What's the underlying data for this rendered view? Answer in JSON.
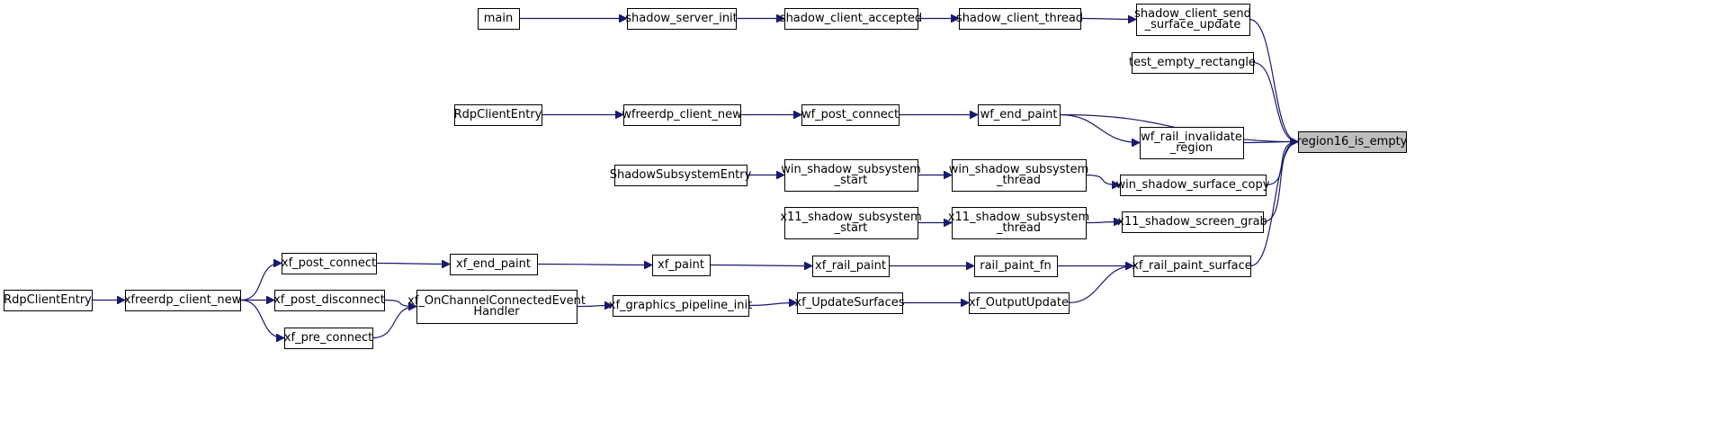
{
  "graph": {
    "root": "region16_is_empty",
    "edge_color": "#191970",
    "root_fill": "#bfbfbf",
    "nodes": [
      {
        "id": "main",
        "label": [
          "main"
        ]
      },
      {
        "id": "shadow_server_init",
        "label": [
          "shadow_server_init"
        ]
      },
      {
        "id": "shadow_client_accepted",
        "label": [
          "shadow_client_accepted"
        ]
      },
      {
        "id": "shadow_client_thread",
        "label": [
          "shadow_client_thread"
        ]
      },
      {
        "id": "shadow_client_send_surface_update",
        "label": [
          "shadow_client_send",
          "_surface_update"
        ]
      },
      {
        "id": "test_empty_rectangle",
        "label": [
          "test_empty_rectangle"
        ]
      },
      {
        "id": "rdpcliententry_w",
        "label": [
          "RdpClientEntry"
        ]
      },
      {
        "id": "wfreerdp_client_new",
        "label": [
          "wfreerdp_client_new"
        ]
      },
      {
        "id": "wf_post_connect",
        "label": [
          "wf_post_connect"
        ]
      },
      {
        "id": "wf_end_paint",
        "label": [
          "wf_end_paint"
        ]
      },
      {
        "id": "wf_rail_invalidate_region",
        "label": [
          "wf_rail_invalidate",
          "_region"
        ]
      },
      {
        "id": "region16_is_empty",
        "label": [
          "region16_is_empty"
        ]
      },
      {
        "id": "shadowsubsystementry",
        "label": [
          "ShadowSubsystemEntry"
        ]
      },
      {
        "id": "win_shadow_subsystem_start",
        "label": [
          "win_shadow_subsystem",
          "_start"
        ]
      },
      {
        "id": "win_shadow_subsystem_thread",
        "label": [
          "win_shadow_subsystem",
          "_thread"
        ]
      },
      {
        "id": "win_shadow_surface_copy",
        "label": [
          "win_shadow_surface_copy"
        ]
      },
      {
        "id": "x11_shadow_subsystem_start",
        "label": [
          "x11_shadow_subsystem",
          "_start"
        ]
      },
      {
        "id": "x11_shadow_subsystem_thread",
        "label": [
          "x11_shadow_subsystem",
          "_thread"
        ]
      },
      {
        "id": "x11_shadow_screen_grab",
        "label": [
          "x11_shadow_screen_grab"
        ]
      },
      {
        "id": "xf_post_connect",
        "label": [
          "xf_post_connect"
        ]
      },
      {
        "id": "xf_end_paint",
        "label": [
          "xf_end_paint"
        ]
      },
      {
        "id": "xf_paint",
        "label": [
          "xf_paint"
        ]
      },
      {
        "id": "xf_rail_paint",
        "label": [
          "xf_rail_paint"
        ]
      },
      {
        "id": "rail_paint_fn",
        "label": [
          "rail_paint_fn"
        ]
      },
      {
        "id": "xf_rail_paint_surface",
        "label": [
          "xf_rail_paint_surface"
        ]
      },
      {
        "id": "rdpcliententry_x",
        "label": [
          "RdpClientEntry"
        ]
      },
      {
        "id": "xfreerdp_client_new",
        "label": [
          "xfreerdp_client_new"
        ]
      },
      {
        "id": "xf_post_disconnect",
        "label": [
          "xf_post_disconnect"
        ]
      },
      {
        "id": "xf_onchannelconnectedeventhandler",
        "label": [
          "xf_OnChannelConnectedEvent",
          "Handler"
        ]
      },
      {
        "id": "xf_graphics_pipeline_init",
        "label": [
          "xf_graphics_pipeline_init"
        ]
      },
      {
        "id": "xf_updatesurfaces",
        "label": [
          "xf_UpdateSurfaces"
        ]
      },
      {
        "id": "xf_outputupdate",
        "label": [
          "xf_OutputUpdate"
        ]
      },
      {
        "id": "xf_pre_connect",
        "label": [
          "xf_pre_connect"
        ]
      }
    ],
    "edges": [
      {
        "from": "main",
        "to": "shadow_server_init"
      },
      {
        "from": "shadow_server_init",
        "to": "shadow_client_accepted"
      },
      {
        "from": "shadow_client_accepted",
        "to": "shadow_client_thread"
      },
      {
        "from": "shadow_client_thread",
        "to": "shadow_client_send_surface_update"
      },
      {
        "from": "shadow_client_send_surface_update",
        "to": "region16_is_empty"
      },
      {
        "from": "test_empty_rectangle",
        "to": "region16_is_empty"
      },
      {
        "from": "rdpcliententry_w",
        "to": "wfreerdp_client_new"
      },
      {
        "from": "wfreerdp_client_new",
        "to": "wf_post_connect"
      },
      {
        "from": "wf_post_connect",
        "to": "wf_end_paint"
      },
      {
        "from": "wf_end_paint",
        "to": "region16_is_empty"
      },
      {
        "from": "wf_end_paint",
        "to": "wf_rail_invalidate_region"
      },
      {
        "from": "wf_rail_invalidate_region",
        "to": "region16_is_empty"
      },
      {
        "from": "shadowsubsystementry",
        "to": "win_shadow_subsystem_start"
      },
      {
        "from": "win_shadow_subsystem_start",
        "to": "win_shadow_subsystem_thread"
      },
      {
        "from": "win_shadow_subsystem_thread",
        "to": "win_shadow_surface_copy"
      },
      {
        "from": "win_shadow_surface_copy",
        "to": "region16_is_empty"
      },
      {
        "from": "x11_shadow_subsystem_start",
        "to": "x11_shadow_subsystem_thread"
      },
      {
        "from": "x11_shadow_subsystem_thread",
        "to": "x11_shadow_screen_grab"
      },
      {
        "from": "x11_shadow_screen_grab",
        "to": "region16_is_empty"
      },
      {
        "from": "xf_rail_paint_surface",
        "to": "region16_is_empty"
      },
      {
        "from": "rail_paint_fn",
        "to": "xf_rail_paint_surface"
      },
      {
        "from": "xf_rail_paint",
        "to": "rail_paint_fn"
      },
      {
        "from": "xf_paint",
        "to": "xf_rail_paint"
      },
      {
        "from": "xf_end_paint",
        "to": "xf_paint"
      },
      {
        "from": "xf_post_connect",
        "to": "xf_end_paint"
      },
      {
        "from": "xfreerdp_client_new",
        "to": "xf_post_connect"
      },
      {
        "from": "xfreerdp_client_new",
        "to": "xf_post_disconnect"
      },
      {
        "from": "xfreerdp_client_new",
        "to": "xf_pre_connect"
      },
      {
        "from": "rdpcliententry_x",
        "to": "xfreerdp_client_new"
      },
      {
        "from": "xf_post_disconnect",
        "to": "xf_onchannelconnectedeventhandler"
      },
      {
        "from": "xf_pre_connect",
        "to": "xf_onchannelconnectedeventhandler"
      },
      {
        "from": "xf_onchannelconnectedeventhandler",
        "to": "xf_graphics_pipeline_init"
      },
      {
        "from": "xf_graphics_pipeline_init",
        "to": "xf_updatesurfaces"
      },
      {
        "from": "xf_updatesurfaces",
        "to": "xf_outputupdate"
      },
      {
        "from": "xf_outputupdate",
        "to": "xf_rail_paint_surface"
      }
    ]
  }
}
